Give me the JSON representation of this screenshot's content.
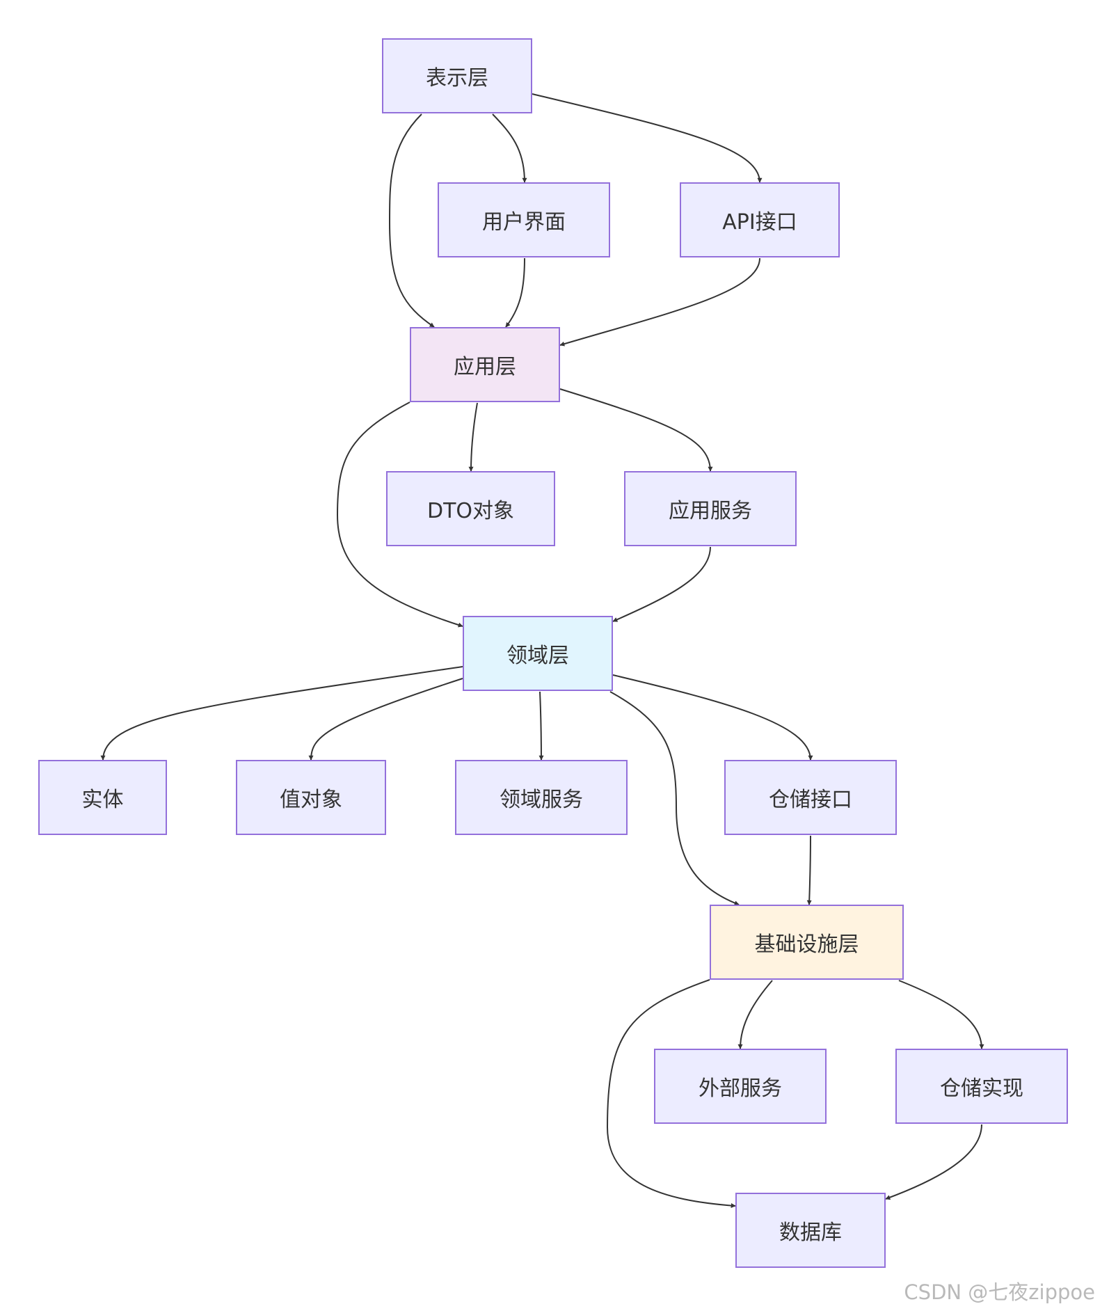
{
  "diagram": {
    "colors": {
      "node_fill_default": "#ECECFF",
      "node_border": "#9370DB",
      "application_layer_fill": "#F3E5F5",
      "domain_layer_fill": "#E1F5FE",
      "infrastructure_layer_fill": "#FFF3E0",
      "edge": "#333333",
      "text": "#333333"
    },
    "nodes": [
      {
        "id": "presentation",
        "label": "表示层",
        "fill": "#ECECFF"
      },
      {
        "id": "ui",
        "label": "用户界面",
        "fill": "#ECECFF"
      },
      {
        "id": "api",
        "label": "API接口",
        "fill": "#ECECFF"
      },
      {
        "id": "application",
        "label": "应用层",
        "fill": "#F3E5F5"
      },
      {
        "id": "dto",
        "label": "DTO对象",
        "fill": "#ECECFF"
      },
      {
        "id": "app_service",
        "label": "应用服务",
        "fill": "#ECECFF"
      },
      {
        "id": "domain",
        "label": "领域层",
        "fill": "#E1F5FE"
      },
      {
        "id": "entity",
        "label": "实体",
        "fill": "#ECECFF"
      },
      {
        "id": "value_object",
        "label": "值对象",
        "fill": "#ECECFF"
      },
      {
        "id": "domain_service",
        "label": "领域服务",
        "fill": "#ECECFF"
      },
      {
        "id": "repo_interface",
        "label": "仓储接口",
        "fill": "#ECECFF"
      },
      {
        "id": "infrastructure",
        "label": "基础设施层",
        "fill": "#FFF3E0"
      },
      {
        "id": "external_service",
        "label": "外部服务",
        "fill": "#ECECFF"
      },
      {
        "id": "repo_impl",
        "label": "仓储实现",
        "fill": "#ECECFF"
      },
      {
        "id": "database",
        "label": "数据库",
        "fill": "#ECECFF"
      }
    ],
    "edges": [
      {
        "from": "presentation",
        "to": "ui"
      },
      {
        "from": "presentation",
        "to": "api"
      },
      {
        "from": "presentation",
        "to": "application"
      },
      {
        "from": "ui",
        "to": "application"
      },
      {
        "from": "api",
        "to": "application"
      },
      {
        "from": "application",
        "to": "dto"
      },
      {
        "from": "application",
        "to": "app_service"
      },
      {
        "from": "application",
        "to": "domain"
      },
      {
        "from": "app_service",
        "to": "domain"
      },
      {
        "from": "domain",
        "to": "entity"
      },
      {
        "from": "domain",
        "to": "value_object"
      },
      {
        "from": "domain",
        "to": "domain_service"
      },
      {
        "from": "domain",
        "to": "repo_interface"
      },
      {
        "from": "domain",
        "to": "infrastructure"
      },
      {
        "from": "repo_interface",
        "to": "infrastructure"
      },
      {
        "from": "infrastructure",
        "to": "external_service"
      },
      {
        "from": "infrastructure",
        "to": "repo_impl"
      },
      {
        "from": "infrastructure",
        "to": "database"
      },
      {
        "from": "repo_impl",
        "to": "database"
      }
    ]
  },
  "watermark": "CSDN @七夜zippoe"
}
